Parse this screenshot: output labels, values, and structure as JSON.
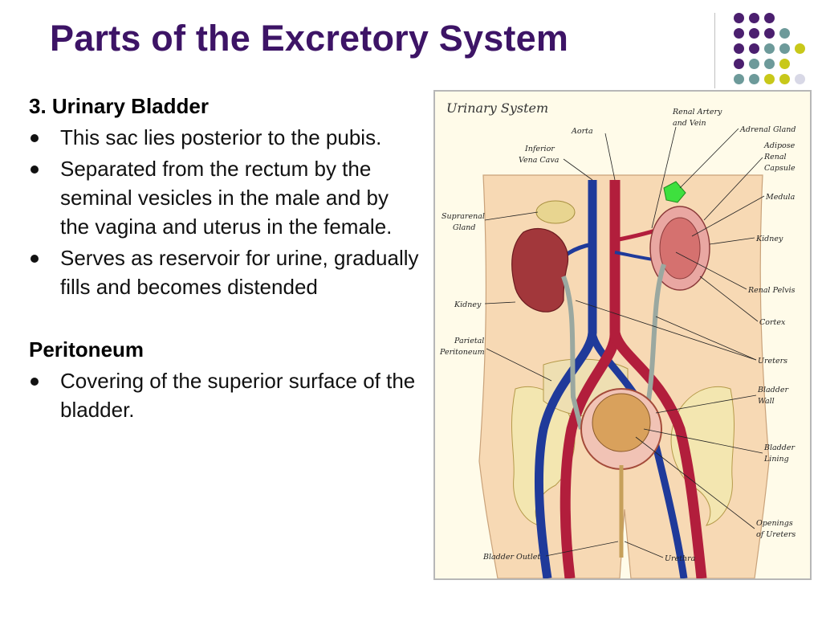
{
  "slide": {
    "title": "Parts of the Excretory System"
  },
  "content": {
    "section1_heading": "3. Urinary Bladder",
    "section1_bullets": [
      "This sac lies posterior   to the pubis.",
      "Separated from the rectum by the seminal vesicles in the male and by the vagina and uterus in the female.",
      "Serves as reservoir for urine, gradually fills and becomes distended"
    ],
    "section2_heading": "Peritoneum",
    "section2_bullets": [
      "Covering of the superior surface of the bladder."
    ]
  },
  "figure": {
    "caption": "Urinary System",
    "labels": {
      "aorta": "Aorta",
      "inferior_vena_cava_1": "Inferior",
      "inferior_vena_cava_2": "Vena Cava",
      "renal_artery_1": "Renal Artery",
      "renal_artery_2": "and Vein",
      "adrenal_gland": "Adrenal Gland",
      "adipose_1": "Adipose",
      "adipose_2": "Renal",
      "adipose_3": "Capsule",
      "medula": "Medula",
      "suprarenal_1": "Suprarenal",
      "suprarenal_2": "Gland",
      "kidney_right": "Kidney",
      "kidney_left": "Kidney",
      "renal_pelvis": "Renal Pelvis",
      "cortex": "Cortex",
      "parietal_1": "Parietal",
      "parietal_2": "Peritoneum",
      "ureters": "Ureters",
      "bladder_wall_1": "Bladder",
      "bladder_wall_2": "Wall",
      "bladder_lining_1": "Bladder",
      "bladder_lining_2": "Lining",
      "openings_1": "Openings",
      "openings_2": "of Ureters",
      "bladder_outlet": "Bladder Outlet",
      "urethra": "Urethra"
    }
  },
  "colors": {
    "title": "#3d1466",
    "dot_purple": "#4b1f6f",
    "dot_teal": "#6d9a9a",
    "dot_yellow": "#c8c81a",
    "dot_grey": "#d8d8e6"
  }
}
